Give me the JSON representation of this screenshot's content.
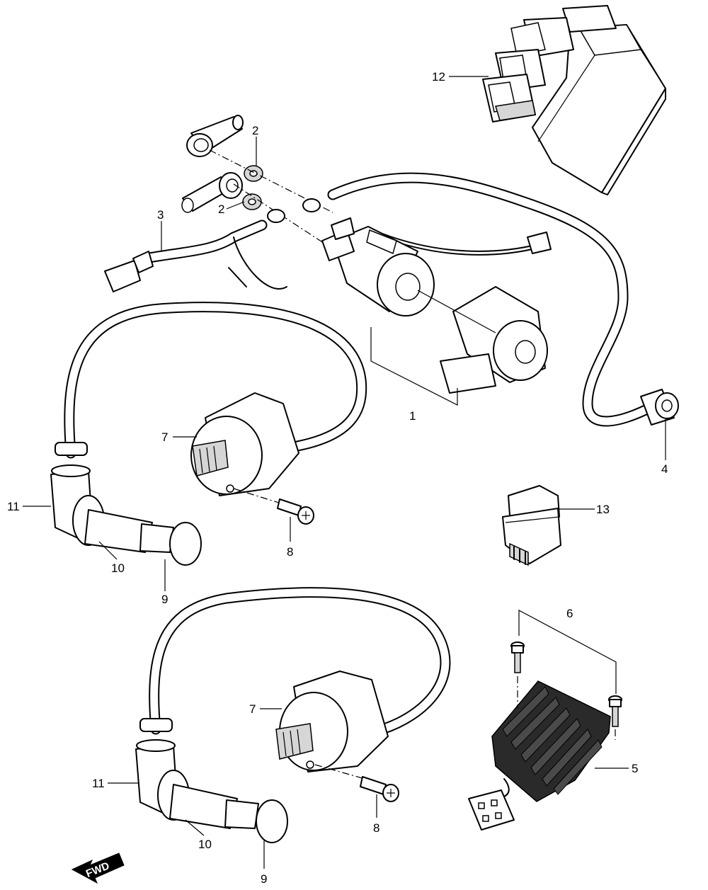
{
  "diagram": {
    "callouts": {
      "c1": "1",
      "c2a": "2",
      "c2b": "2",
      "c3": "3",
      "c4": "4",
      "c5": "5",
      "c6": "6",
      "c7a": "7",
      "c7b": "7",
      "c8a": "8",
      "c8b": "8",
      "c9a": "9",
      "c9b": "9",
      "c10a": "10",
      "c10b": "10",
      "c11a": "11",
      "c11b": "11",
      "c12": "12",
      "c13": "13"
    },
    "direction_label": "FWD"
  }
}
